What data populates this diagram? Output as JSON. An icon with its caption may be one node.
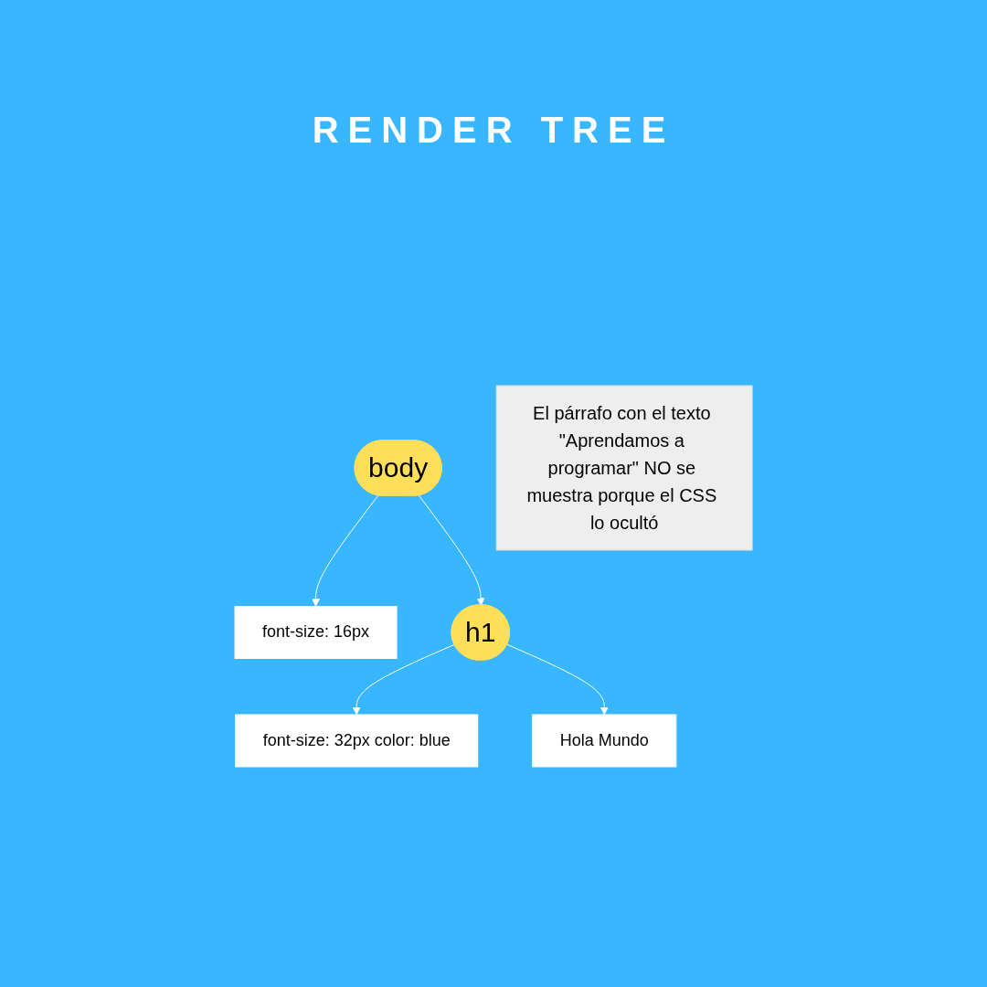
{
  "diagram": {
    "title": "RENDER TREE",
    "nodes": [
      {
        "text": [
          "body"
        ]
      },
      {
        "text": [
          "font-size: 16px"
        ]
      },
      {
        "text": [
          "h1"
        ]
      },
      {
        "text": [
          "font-size: 32px color: blue"
        ]
      },
      {
        "text": [
          "Hola Mundo"
        ]
      },
      {
        "text": [
          "El párrafo con el texto \"Aprendamos a programar\" NO se muestra porque el CSS lo ocultó"
        ]
      }
    ],
    "edges": [
      {
        "from": 0,
        "to": 1,
        "arrow": "to"
      },
      {
        "from": 0,
        "to": 2,
        "arrow": "to"
      },
      {
        "from": 2,
        "to": 3,
        "arrow": "to"
      },
      {
        "from": 2,
        "to": 4,
        "arrow": "to"
      }
    ]
  }
}
